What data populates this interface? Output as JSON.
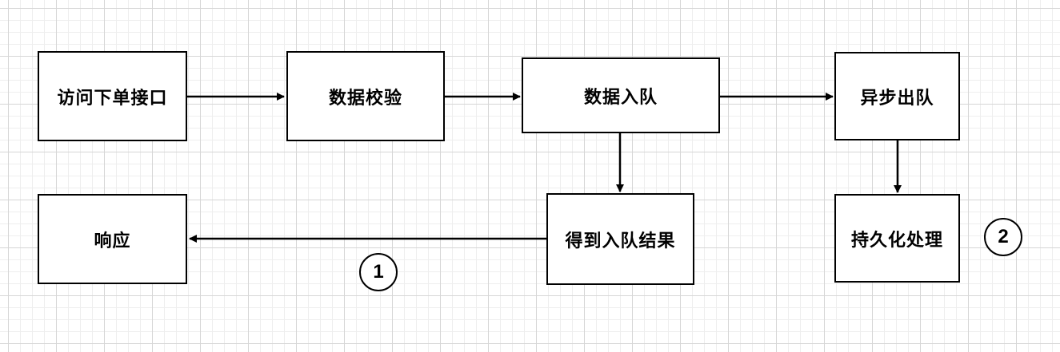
{
  "nodes": {
    "access_order_api": "访问下单接口",
    "data_validation": "数据校验",
    "data_enqueue": "数据入队",
    "async_dequeue": "异步出队",
    "response": "响应",
    "get_enqueue_result": "得到入队结果",
    "persist_processing": "持久化处理"
  },
  "markers": {
    "step_1": "1",
    "step_2": "2"
  },
  "colors": {
    "line": "#000000",
    "box_border": "#000000",
    "background": "#ffffff",
    "grid": "#d6d6d6"
  }
}
